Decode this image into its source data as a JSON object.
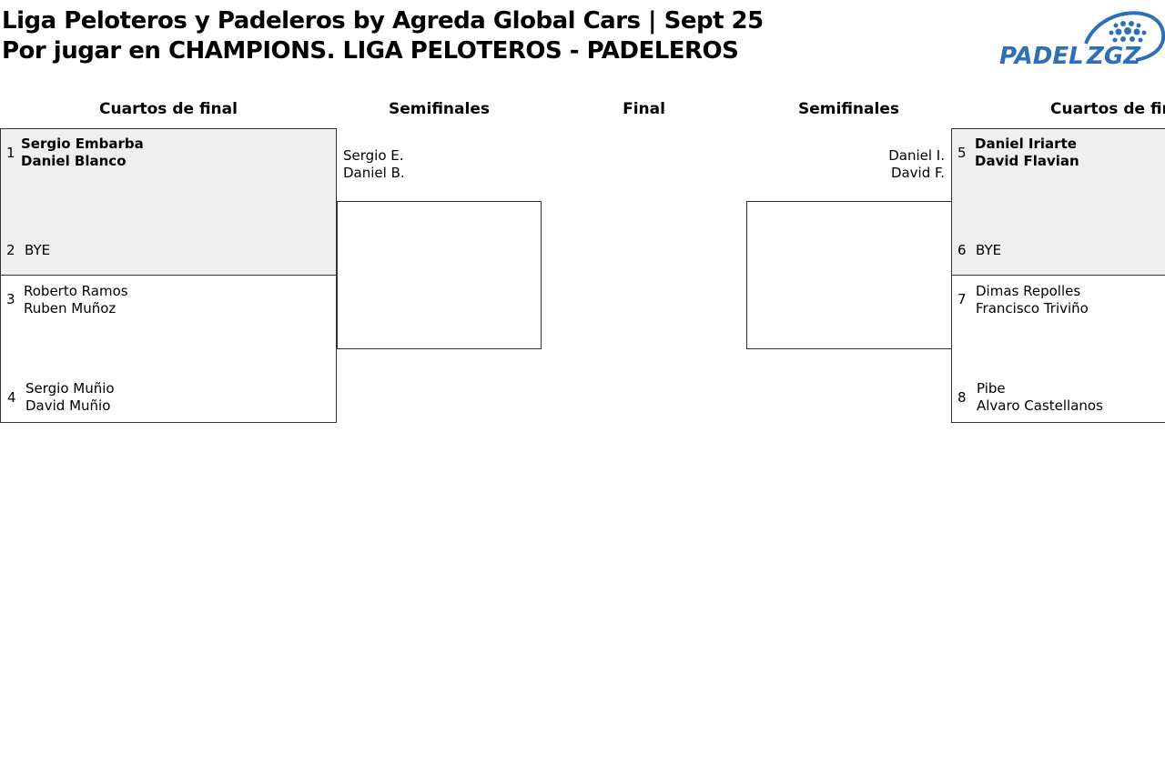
{
  "header": {
    "title_line1": "Liga Peloteros y Padeleros by Agreda Global Cars | Sept 25",
    "title_line2": "Por jugar en CHAMPIONS. LIGA PELOTEROS - PADELEROS"
  },
  "logo": {
    "text_main": "PADEL",
    "text_accent": "ZGZ",
    "color": "#2f6fb5"
  },
  "rounds": {
    "left_quarter": "Cuartos de final",
    "left_semi": "Semifinales",
    "final": "Final",
    "right_semi": "Semifinales",
    "right_quarter": "Cuartos de final"
  },
  "left_quarters": [
    {
      "top": {
        "seed": "1",
        "p1": "Sergio Embarba",
        "p2": "Daniel Blanco"
      },
      "bottom": {
        "seed": "2",
        "p1": "BYE",
        "p2": ""
      }
    },
    {
      "top": {
        "seed": "3",
        "p1": "Roberto Ramos",
        "p2": "Ruben Muñoz"
      },
      "bottom": {
        "seed": "4",
        "p1": "Sergio Muñio",
        "p2": "David Muñio"
      }
    }
  ],
  "left_semi": {
    "p1": "Sergio E.",
    "p2": "Daniel B."
  },
  "right_semi": {
    "p1": "Daniel I.",
    "p2": "David F."
  },
  "right_quarters": [
    {
      "top": {
        "seed": "5",
        "p1": "Daniel Iriarte",
        "p2": "David Flavian"
      },
      "bottom": {
        "seed": "6",
        "p1": "BYE",
        "p2": ""
      }
    },
    {
      "top": {
        "seed": "7",
        "p1": "Dimas Repolles",
        "p2": "Francisco Triviño"
      },
      "bottom": {
        "seed": "8",
        "p1": "Pibe",
        "p2": "Alvaro Castellanos"
      }
    }
  ]
}
